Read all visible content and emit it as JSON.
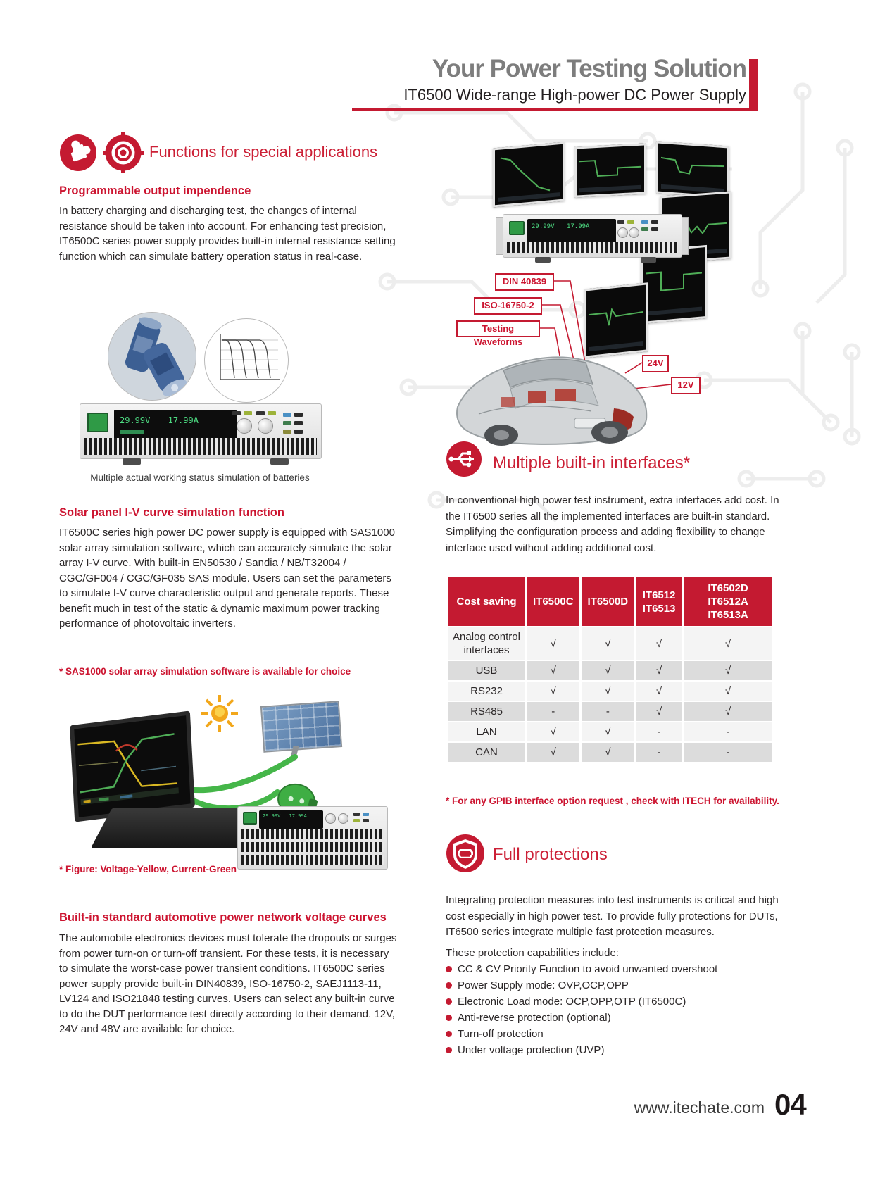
{
  "colors": {
    "accent_red": "#c41a31",
    "title_gray": "#7d7d7d",
    "waveform_green": "#58b36b",
    "table_row_light": "#f4f4f4",
    "table_row_dark": "#dcdcdc"
  },
  "header": {
    "title": "Your Power Testing Solution",
    "subtitle": "IT6500 Wide-range High-power DC Power Supply"
  },
  "sections": {
    "special": {
      "title": "Functions for special applications",
      "impedance": {
        "heading": "Programmable output impendence",
        "body": "In battery charging and discharging test, the changes of internal resistance should be taken into account. For enhancing test precision, IT6500C series power supply provides built-in internal resistance setting function which can simulate battery operation status in real-case.",
        "caption": "Multiple actual working status simulation of batteries"
      },
      "solar": {
        "heading": "Solar panel I-V curve simulation function",
        "body": "IT6500C series high power DC power supply is equipped with SAS1000 solar array simulation software, which can accurately simulate the solar array I-V curve. With built-in EN50530 / Sandia / NB/T32004 / CGC/GF004 / CGC/GF035 SAS module. Users can set the parameters to simulate I-V curve characteristic output and generate reports. These benefit much in test of the static & dynamic maximum power tracking performance of photovoltaic inverters.",
        "note": "* SAS1000 solar array simulation software is available for choice",
        "figure_note": "* Figure: Voltage-Yellow, Current-Green"
      },
      "automotive": {
        "heading": "Built-in standard automotive power network voltage curves",
        "body": "The automobile electronics devices must tolerate the dropouts or surges from power turn-on or turn-off transient. For these tests, it is necessary to simulate the worst-case power transient conditions. IT6500C series power supply provide built-in DIN40839, ISO-16750-2, SAEJ1113-11, LV124 and ISO21848 testing curves. Users can select any built-in curve to do the DUT performance test directly according to their demand. 12V, 24V and 48V are available for choice."
      }
    },
    "interfaces": {
      "title": "Multiple built-in interfaces*",
      "body": "In conventional high power test instrument, extra interfaces add cost. In the IT6500 series all the implemented interfaces are built-in standard. Simplifying the configuration process and adding flexibility to change interface used without adding additional cost.",
      "footnote": "* For any GPIB interface option request , check with ITECH for availability."
    },
    "protections": {
      "title": "Full protections",
      "body": "Integrating protection measures into test instruments is critical and high cost especially in high power test. To provide fully protections for DUTs, IT6500 series integrate multiple fast protection measures.",
      "list_intro": "These protection capabilities include:",
      "bullets": [
        "CC & CV Priority Function to avoid unwanted overshoot",
        "Power Supply mode: OVP,OCP,OPP",
        "Electronic Load mode: OCP,OPP,OTP (IT6500C)",
        "Anti-reverse protection (optional)",
        "Turn-off protection",
        "Under voltage protection (UVP)"
      ]
    }
  },
  "table": {
    "headers": [
      "Cost saving",
      "IT6500C",
      "IT6500D",
      "IT6512\nIT6513",
      "IT6502D\nIT6512A\nIT6513A"
    ],
    "rows": [
      {
        "label": "Analog control\ninterfaces",
        "values": [
          "√",
          "√",
          "√",
          "√"
        ]
      },
      {
        "label": "USB",
        "values": [
          "√",
          "√",
          "√",
          "√"
        ]
      },
      {
        "label": "RS232",
        "values": [
          "√",
          "√",
          "√",
          "√"
        ]
      },
      {
        "label": "RS485",
        "values": [
          "-",
          "-",
          "√",
          "√"
        ]
      },
      {
        "label": "LAN",
        "values": [
          "√",
          "√",
          "-",
          "-"
        ]
      },
      {
        "label": "CAN",
        "values": [
          "√",
          "√",
          "-",
          "-"
        ]
      }
    ]
  },
  "diagram": {
    "labels": {
      "din": "DIN 40839",
      "iso": "ISO-16750-2",
      "waveforms": "Testing Waveforms",
      "v24": "24V",
      "v12": "12V"
    }
  },
  "device": {
    "voltage": "29.99V",
    "current": "17.99A"
  },
  "icons": {
    "puzzle-icon": "puzzle piece in red circle",
    "target-icon": "crosshair target",
    "usb-icon": "usb trident in red circle",
    "safety-shield-icon": "safety shield in red circle",
    "check_glyph": "√",
    "dash_glyph": "-"
  },
  "footer": {
    "site": "www.itechate.com",
    "page_number": "04"
  }
}
